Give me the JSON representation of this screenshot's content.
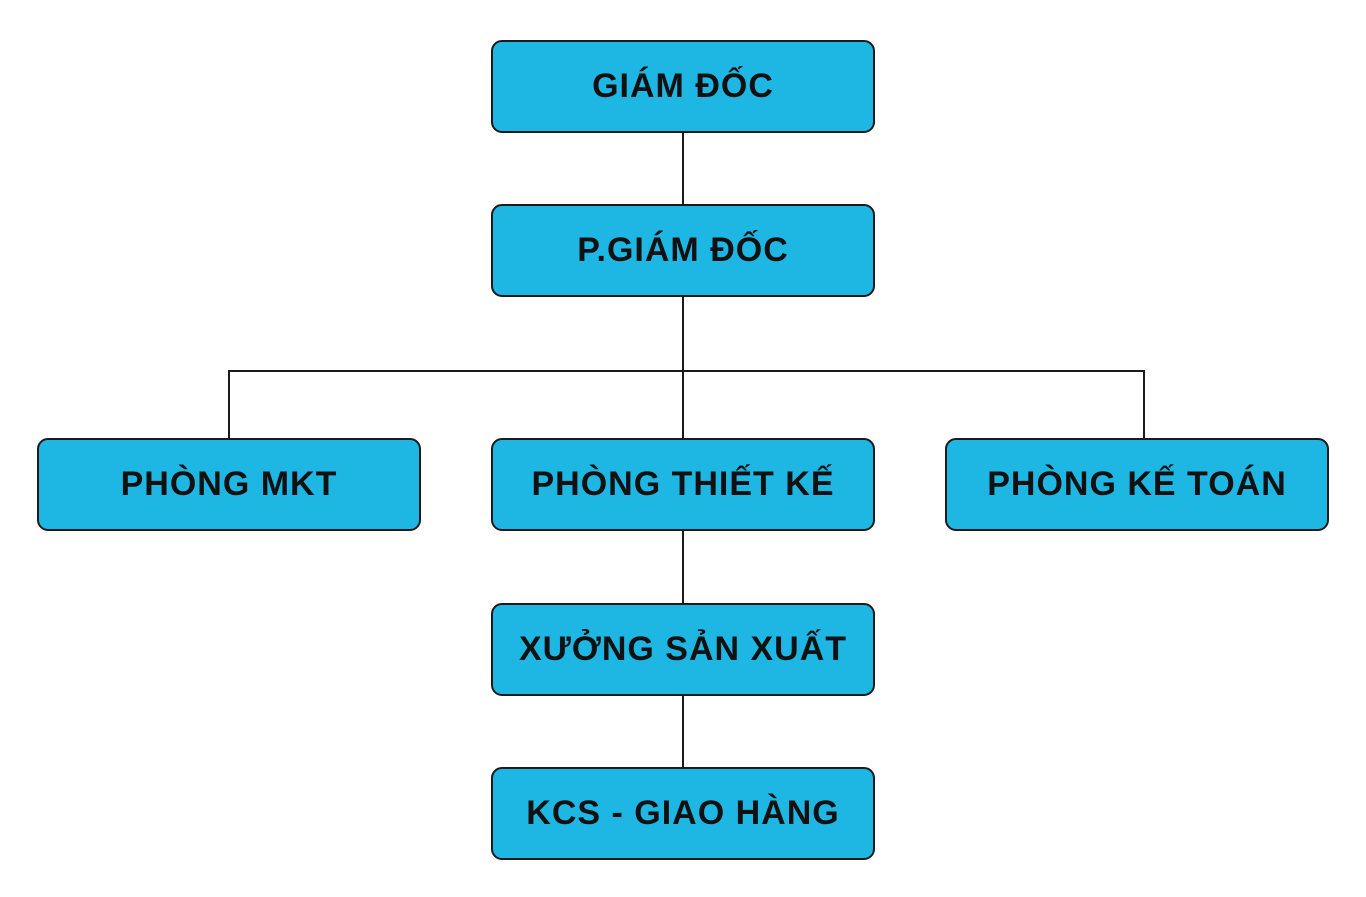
{
  "colors": {
    "box_fill": "#1eb7e3",
    "box_border": "#1a1a1a",
    "line": "#1a1a1a",
    "text": "#111111"
  },
  "nodes": {
    "giam_doc": "GIÁM ĐỐC",
    "pho_giam_doc": "P.GIÁM ĐỐC",
    "phong_mkt": "PHÒNG MKT",
    "phong_thiet_ke": "PHÒNG THIẾT KẾ",
    "phong_ke_toan": "PHÒNG KẾ TOÁN",
    "xuong_san_xuat": "XƯỞNG SẢN XUẤT",
    "kcs_giao_hang": "KCS - GIAO HÀNG"
  }
}
